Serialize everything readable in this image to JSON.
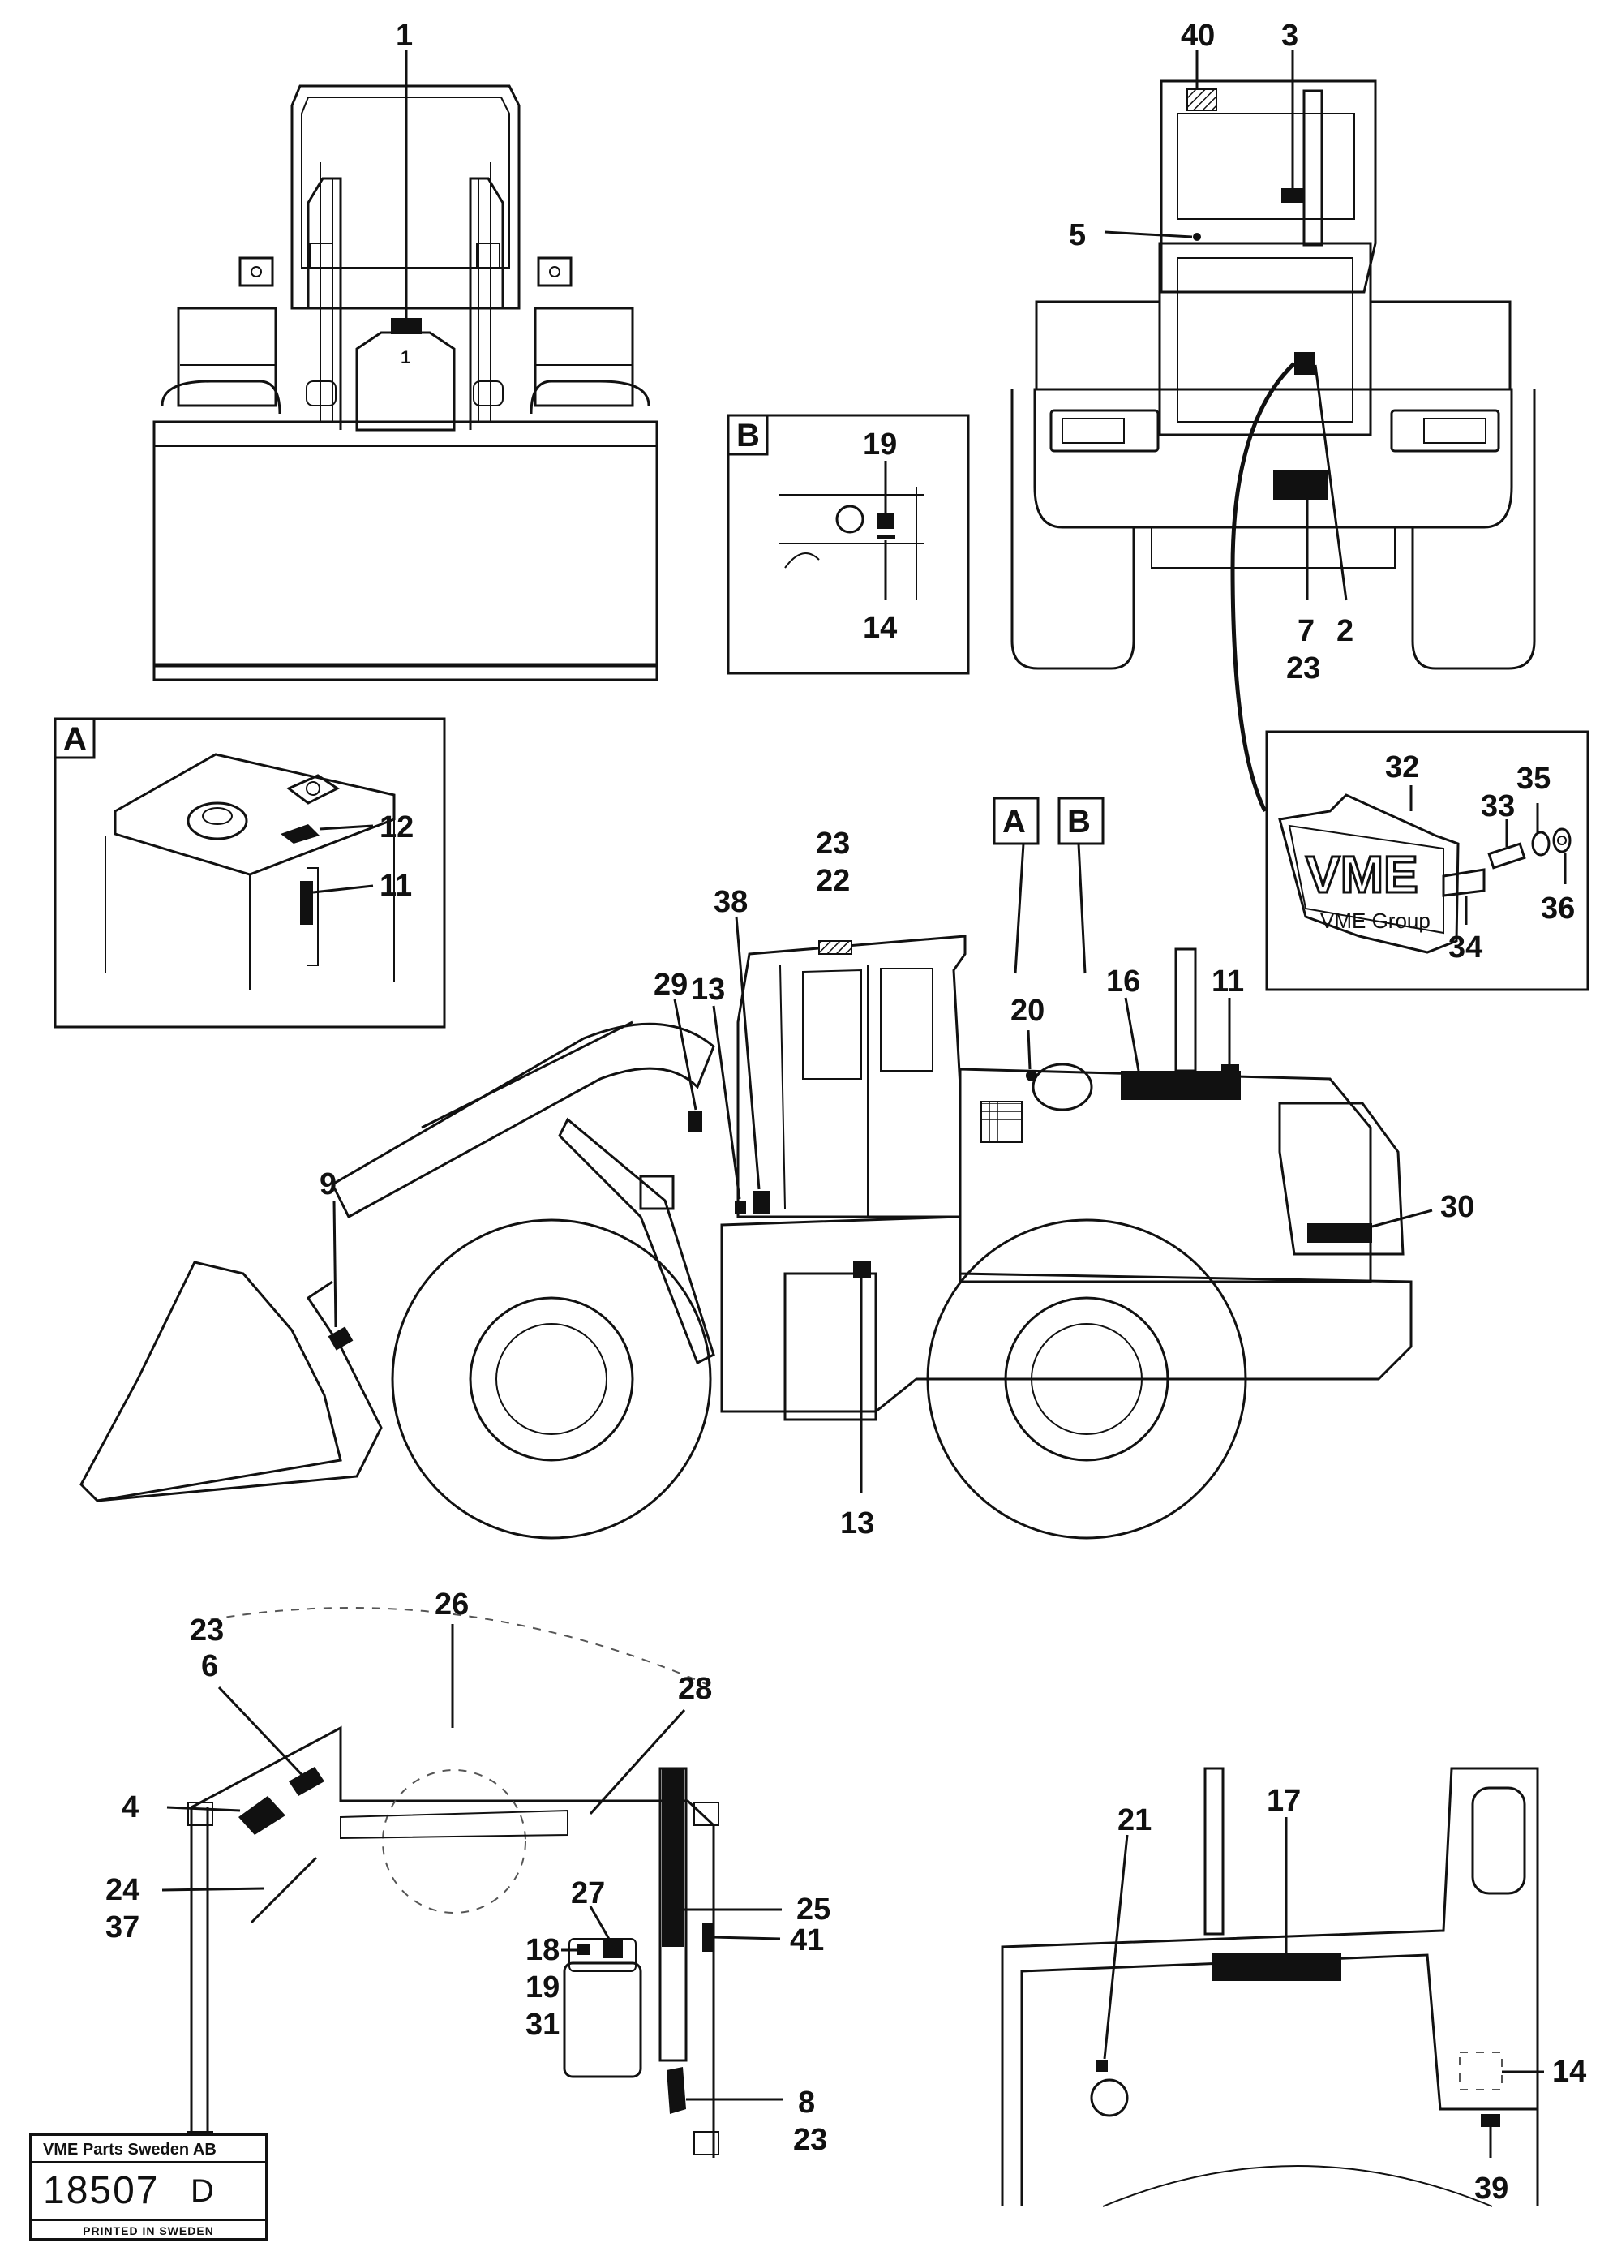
{
  "diagram": {
    "views": {
      "front": "front-view",
      "rear": "rear-view",
      "side": "side-view",
      "cab": "cab-interior-view",
      "detail": "engine-hood-detail-view"
    },
    "insets": {
      "A": {
        "letter": "A",
        "callouts": [
          "12",
          "11"
        ]
      },
      "B": {
        "letter": "B",
        "callouts": [
          "19",
          "14"
        ]
      }
    },
    "logo_plate": {
      "logo_text": "VME",
      "logo_subtext": "VME Group",
      "callouts": [
        "32",
        "33",
        "35",
        "36",
        "34"
      ]
    },
    "callouts": {
      "front": [
        "1"
      ],
      "rear": [
        "40",
        "3",
        "5",
        "7",
        "23",
        "2"
      ],
      "side": [
        "23",
        "22",
        "38",
        "29",
        "13",
        "20",
        "16",
        "11",
        "9",
        "30",
        "13"
      ],
      "cab": [
        "23",
        "6",
        "26",
        "28",
        "4",
        "24",
        "37",
        "27",
        "25",
        "18",
        "19",
        "31",
        "41",
        "8",
        "23"
      ],
      "detail": [
        "21",
        "17",
        "14",
        "39"
      ],
      "side_tags": [
        "A",
        "B"
      ]
    }
  },
  "title_block": {
    "company": "VME Parts Sweden AB",
    "drawing_number": "18507",
    "revision": "D",
    "printed": "PRINTED IN SWEDEN"
  }
}
